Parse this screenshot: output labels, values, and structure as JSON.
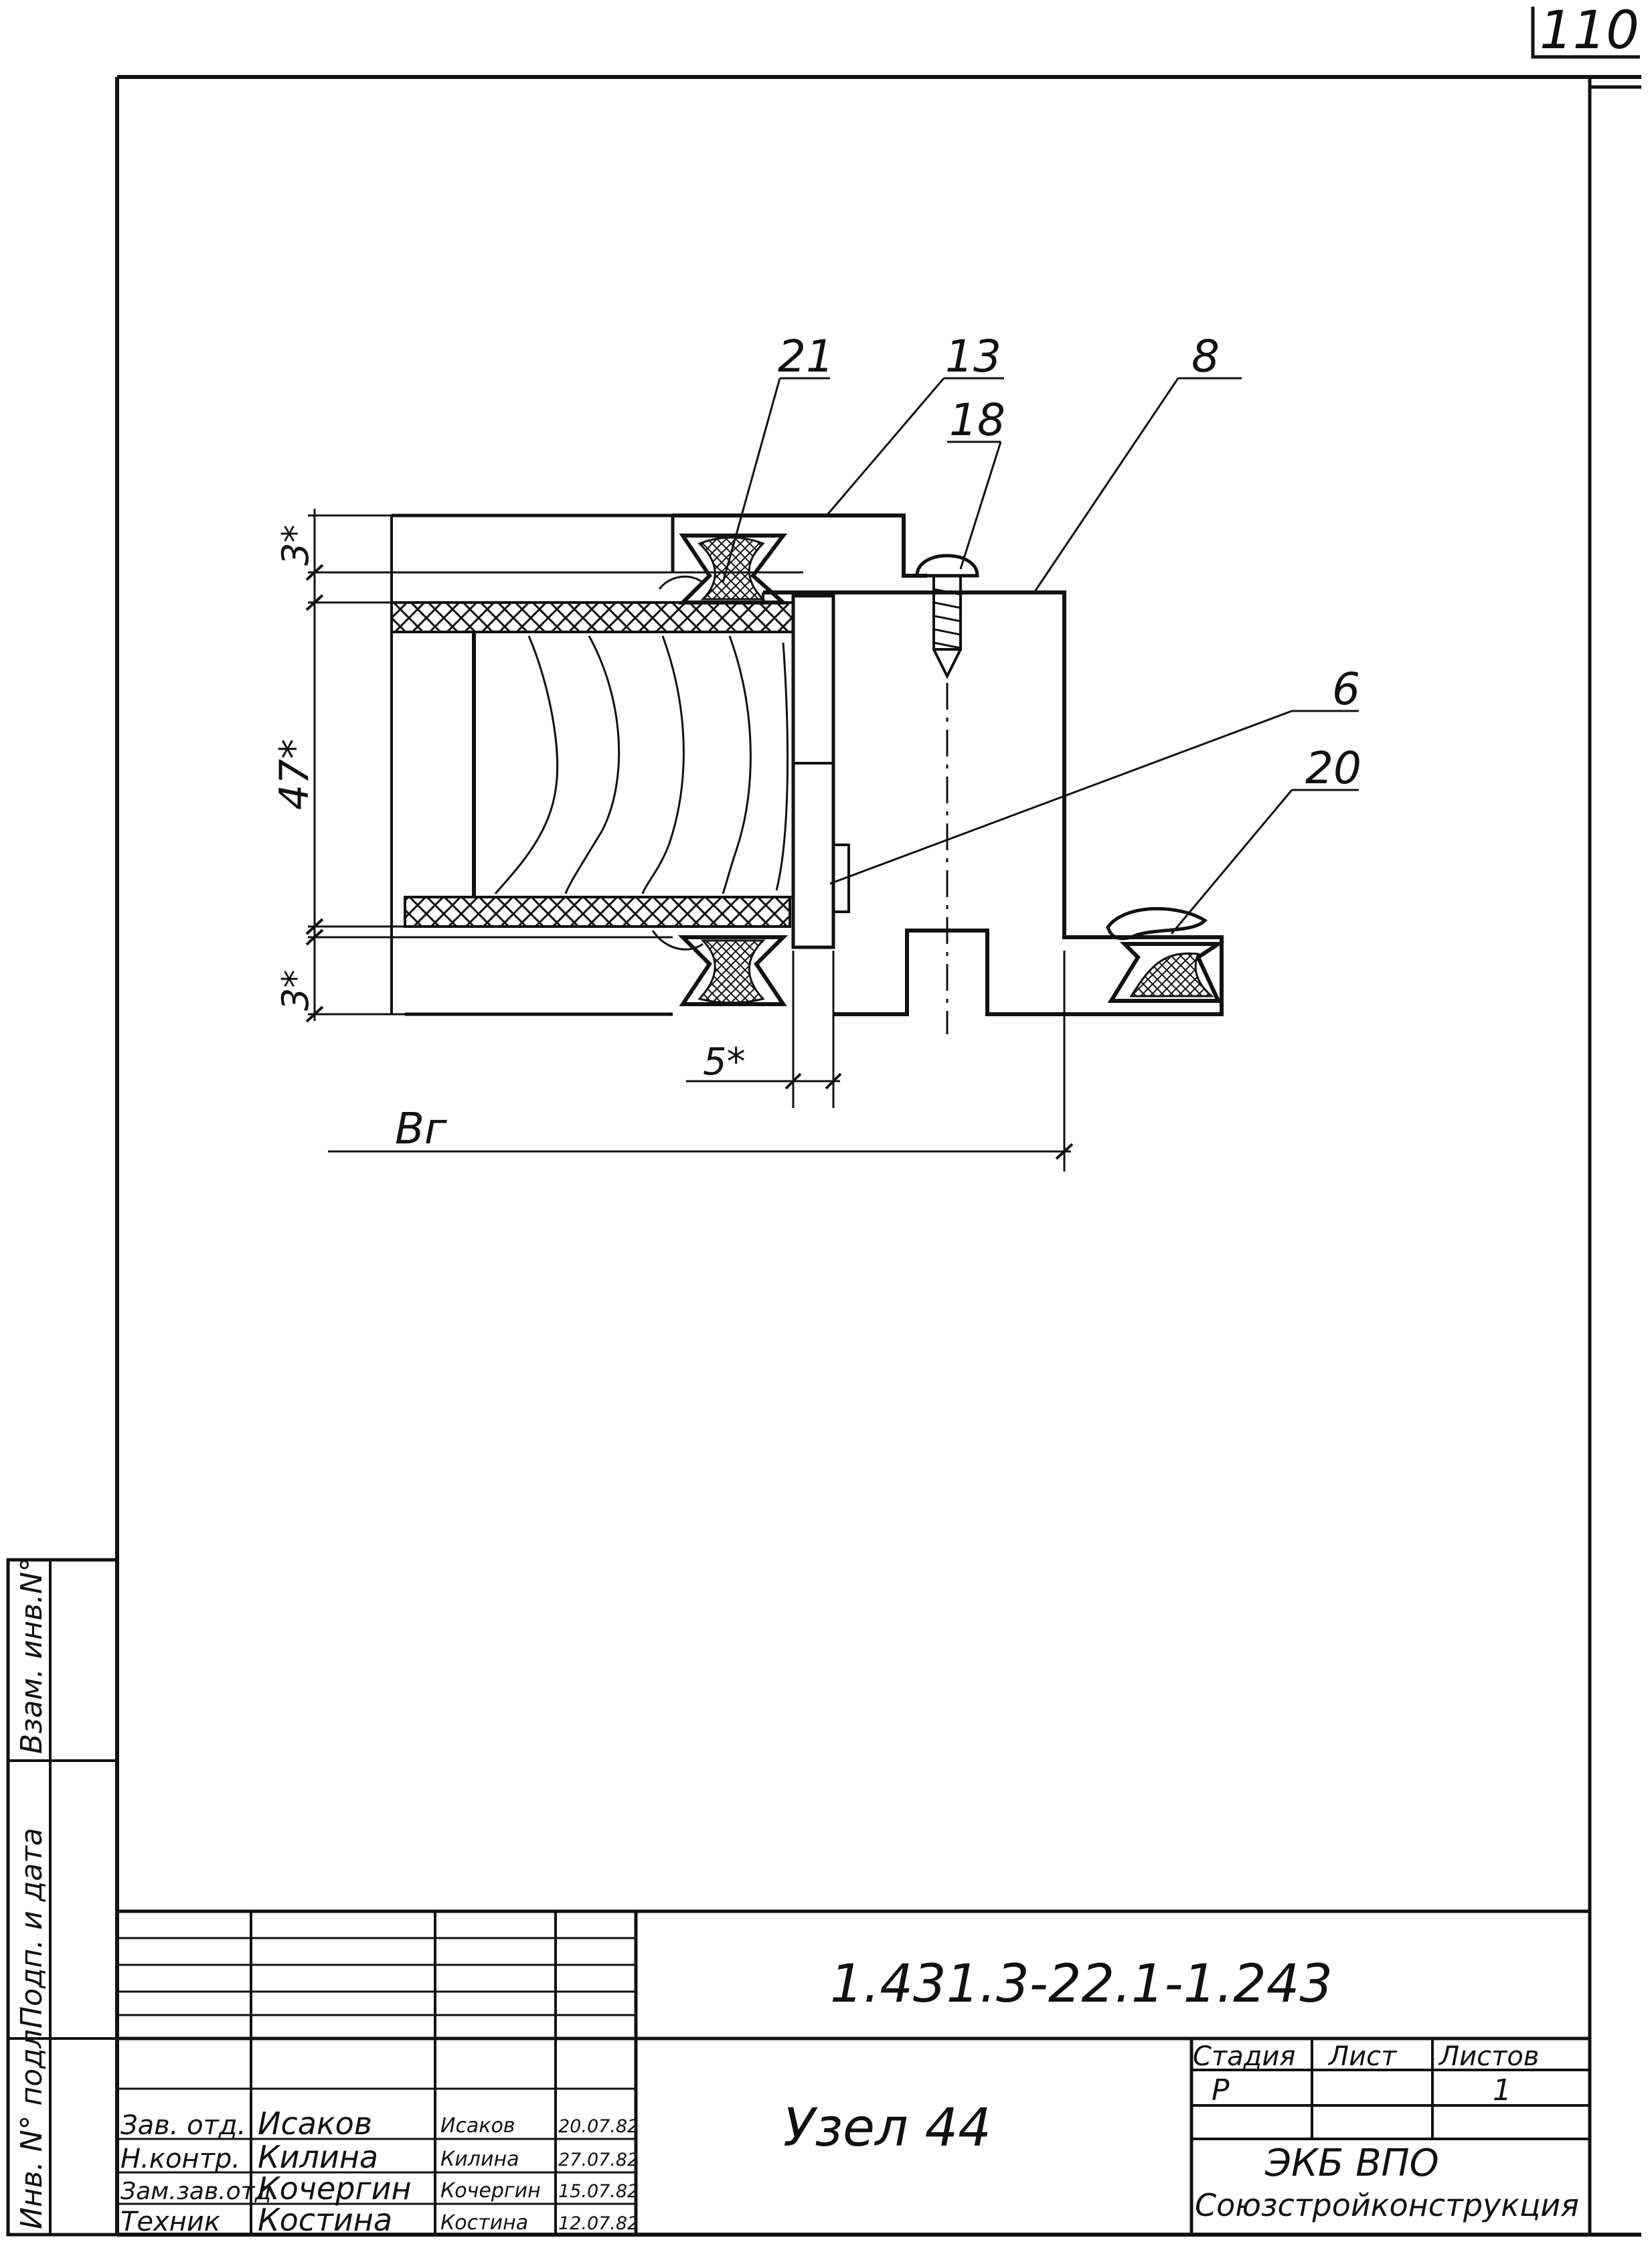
{
  "sheet_number": "110",
  "callouts": {
    "c21": "21",
    "c13": "13",
    "c18": "18",
    "c8": "8",
    "c6": "6",
    "c20": "20"
  },
  "dimensions": {
    "top_gap": "3*",
    "height": "47*",
    "bottom_gap": "3*",
    "offset": "5*",
    "width": "Bг"
  },
  "side_stamp": {
    "inv_no": "Инв. N° подл.",
    "sign_date": "Подп. и дата",
    "replace_inv": "Взам. инв.N°"
  },
  "title_block": {
    "code": "1.431.3-22.1-1.243",
    "drawing_title": "Узел 44",
    "stage_label": "Стадия",
    "sheet_label": "Лист",
    "sheets_label": "Листов",
    "stage_value": "Р",
    "sheets_value": "1",
    "org_line1": "ЭКБ ВПО",
    "org_line2": "Союзстройконструкция",
    "rows": [
      {
        "role": "Зав. отд.",
        "name": "Исаков",
        "sign": "Исаков",
        "date": "20.07.82"
      },
      {
        "role": "Н.контр.",
        "name": "Килина",
        "sign": "Килина",
        "date": "27.07.82"
      },
      {
        "role": "Зам.зав.отд.",
        "name": "Кочергин",
        "sign": "Кочергин",
        "date": "15.07.82"
      },
      {
        "role": "Техник",
        "name": "Костина",
        "sign": "Костина",
        "date": "12.07.82"
      }
    ]
  }
}
